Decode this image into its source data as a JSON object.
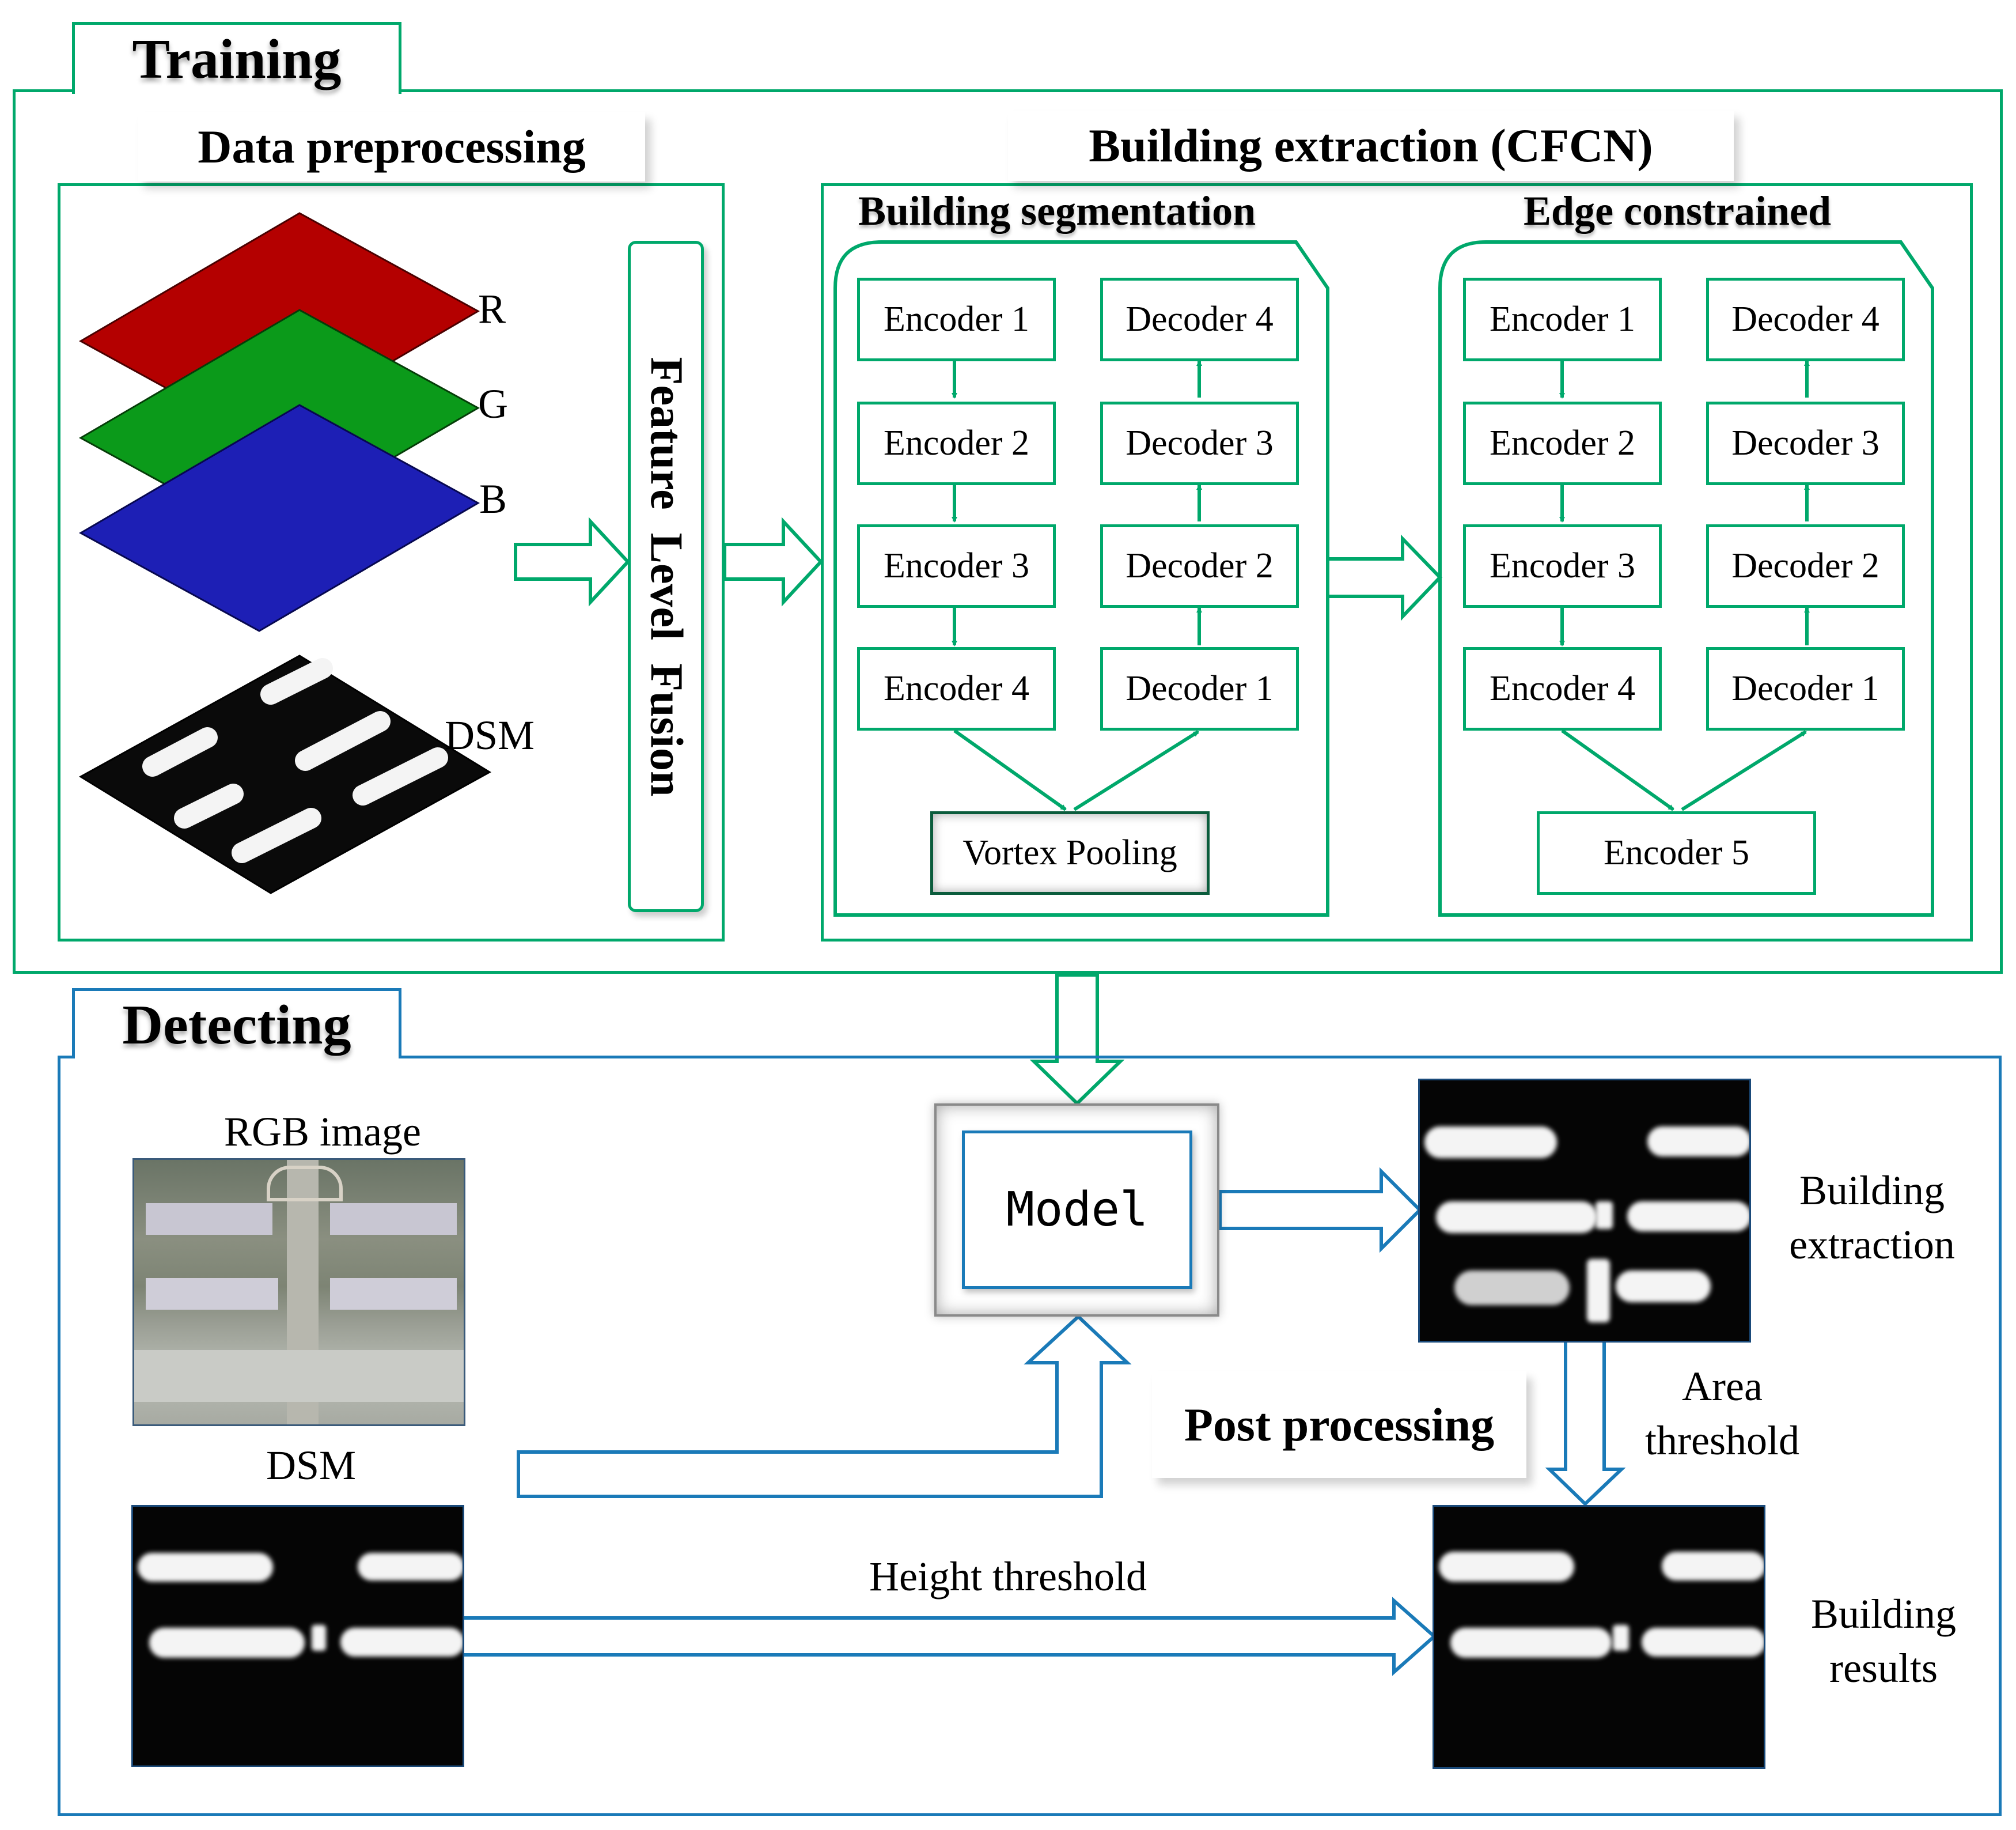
{
  "colors": {
    "training": "#00a86b",
    "detecting": "#1a7ab8"
  },
  "training": {
    "title": "Training",
    "data_preprocessing": {
      "title": "Data preprocessing",
      "layer_r": "R",
      "layer_g": "G",
      "layer_b": "B",
      "layer_dsm": "DSM",
      "fusion": "Feature  Level  Fusion"
    },
    "extraction": {
      "title": "Building extraction (CFCN)",
      "segmentation": {
        "title": "Building segmentation",
        "encoders": [
          "Encoder 1",
          "Encoder 2",
          "Encoder 3",
          "Encoder 4"
        ],
        "decoders": [
          "Decoder 4",
          "Decoder 3",
          "Decoder 2",
          "Decoder 1"
        ],
        "bottom": "Vortex Pooling"
      },
      "edge": {
        "title": "Edge constrained",
        "encoders": [
          "Encoder 1",
          "Encoder 2",
          "Encoder 3",
          "Encoder 4"
        ],
        "decoders": [
          "Decoder 4",
          "Decoder 3",
          "Decoder 2",
          "Decoder 1"
        ],
        "bottom": "Encoder 5"
      }
    }
  },
  "detecting": {
    "title": "Detecting",
    "rgb_label": "RGB image",
    "dsm_label": "DSM",
    "model": "Model",
    "building_extraction": "Building\nextraction",
    "post_processing": "Post processing",
    "area_threshold": "Area\nthreshold",
    "height_threshold": "Height threshold",
    "building_results": "Building\nresults"
  }
}
